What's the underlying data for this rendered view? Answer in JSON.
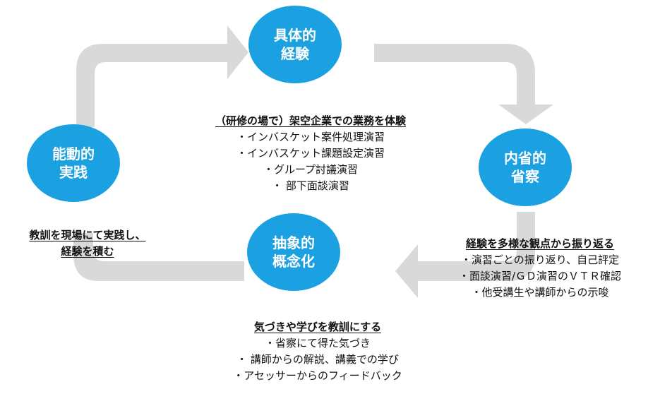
{
  "nodes": {
    "experience": {
      "line1": "具体的",
      "line2": "経験"
    },
    "reflection": {
      "line1": "内省的",
      "line2": "省察"
    },
    "abstraction": {
      "line1": "抽象的",
      "line2": "概念化"
    },
    "practice": {
      "line1": "能動的",
      "line2": "実践"
    }
  },
  "blocks": {
    "experience": {
      "heading": "（研修の場で）架空企業での業務を体験",
      "items": [
        "・インバスケット案件処理演習",
        "・インバスケット課題設定演習",
        "・グループ討議演習",
        "・ 部下面談演習"
      ]
    },
    "reflection": {
      "heading": "経験を多様な観点から振り返る",
      "items": [
        "・演習ごとの振り返り、自己評定",
        "・面談演習/ＧＤ演習のＶＴＲ確認",
        "・他受講生や講師からの示唆"
      ]
    },
    "abstraction": {
      "heading": "気づきや学びを教訓にする",
      "items": [
        "・省察にて得た気づき",
        "・ 講師からの解説、講義での学び",
        "・アセッサーからのフィードバック"
      ]
    },
    "practice": {
      "heading_line1": "教訓を現場にて実践し、",
      "heading_line2": "経験を積む"
    }
  },
  "colors": {
    "node": "#1ba1e2",
    "arrow": "#d9d9d9"
  }
}
